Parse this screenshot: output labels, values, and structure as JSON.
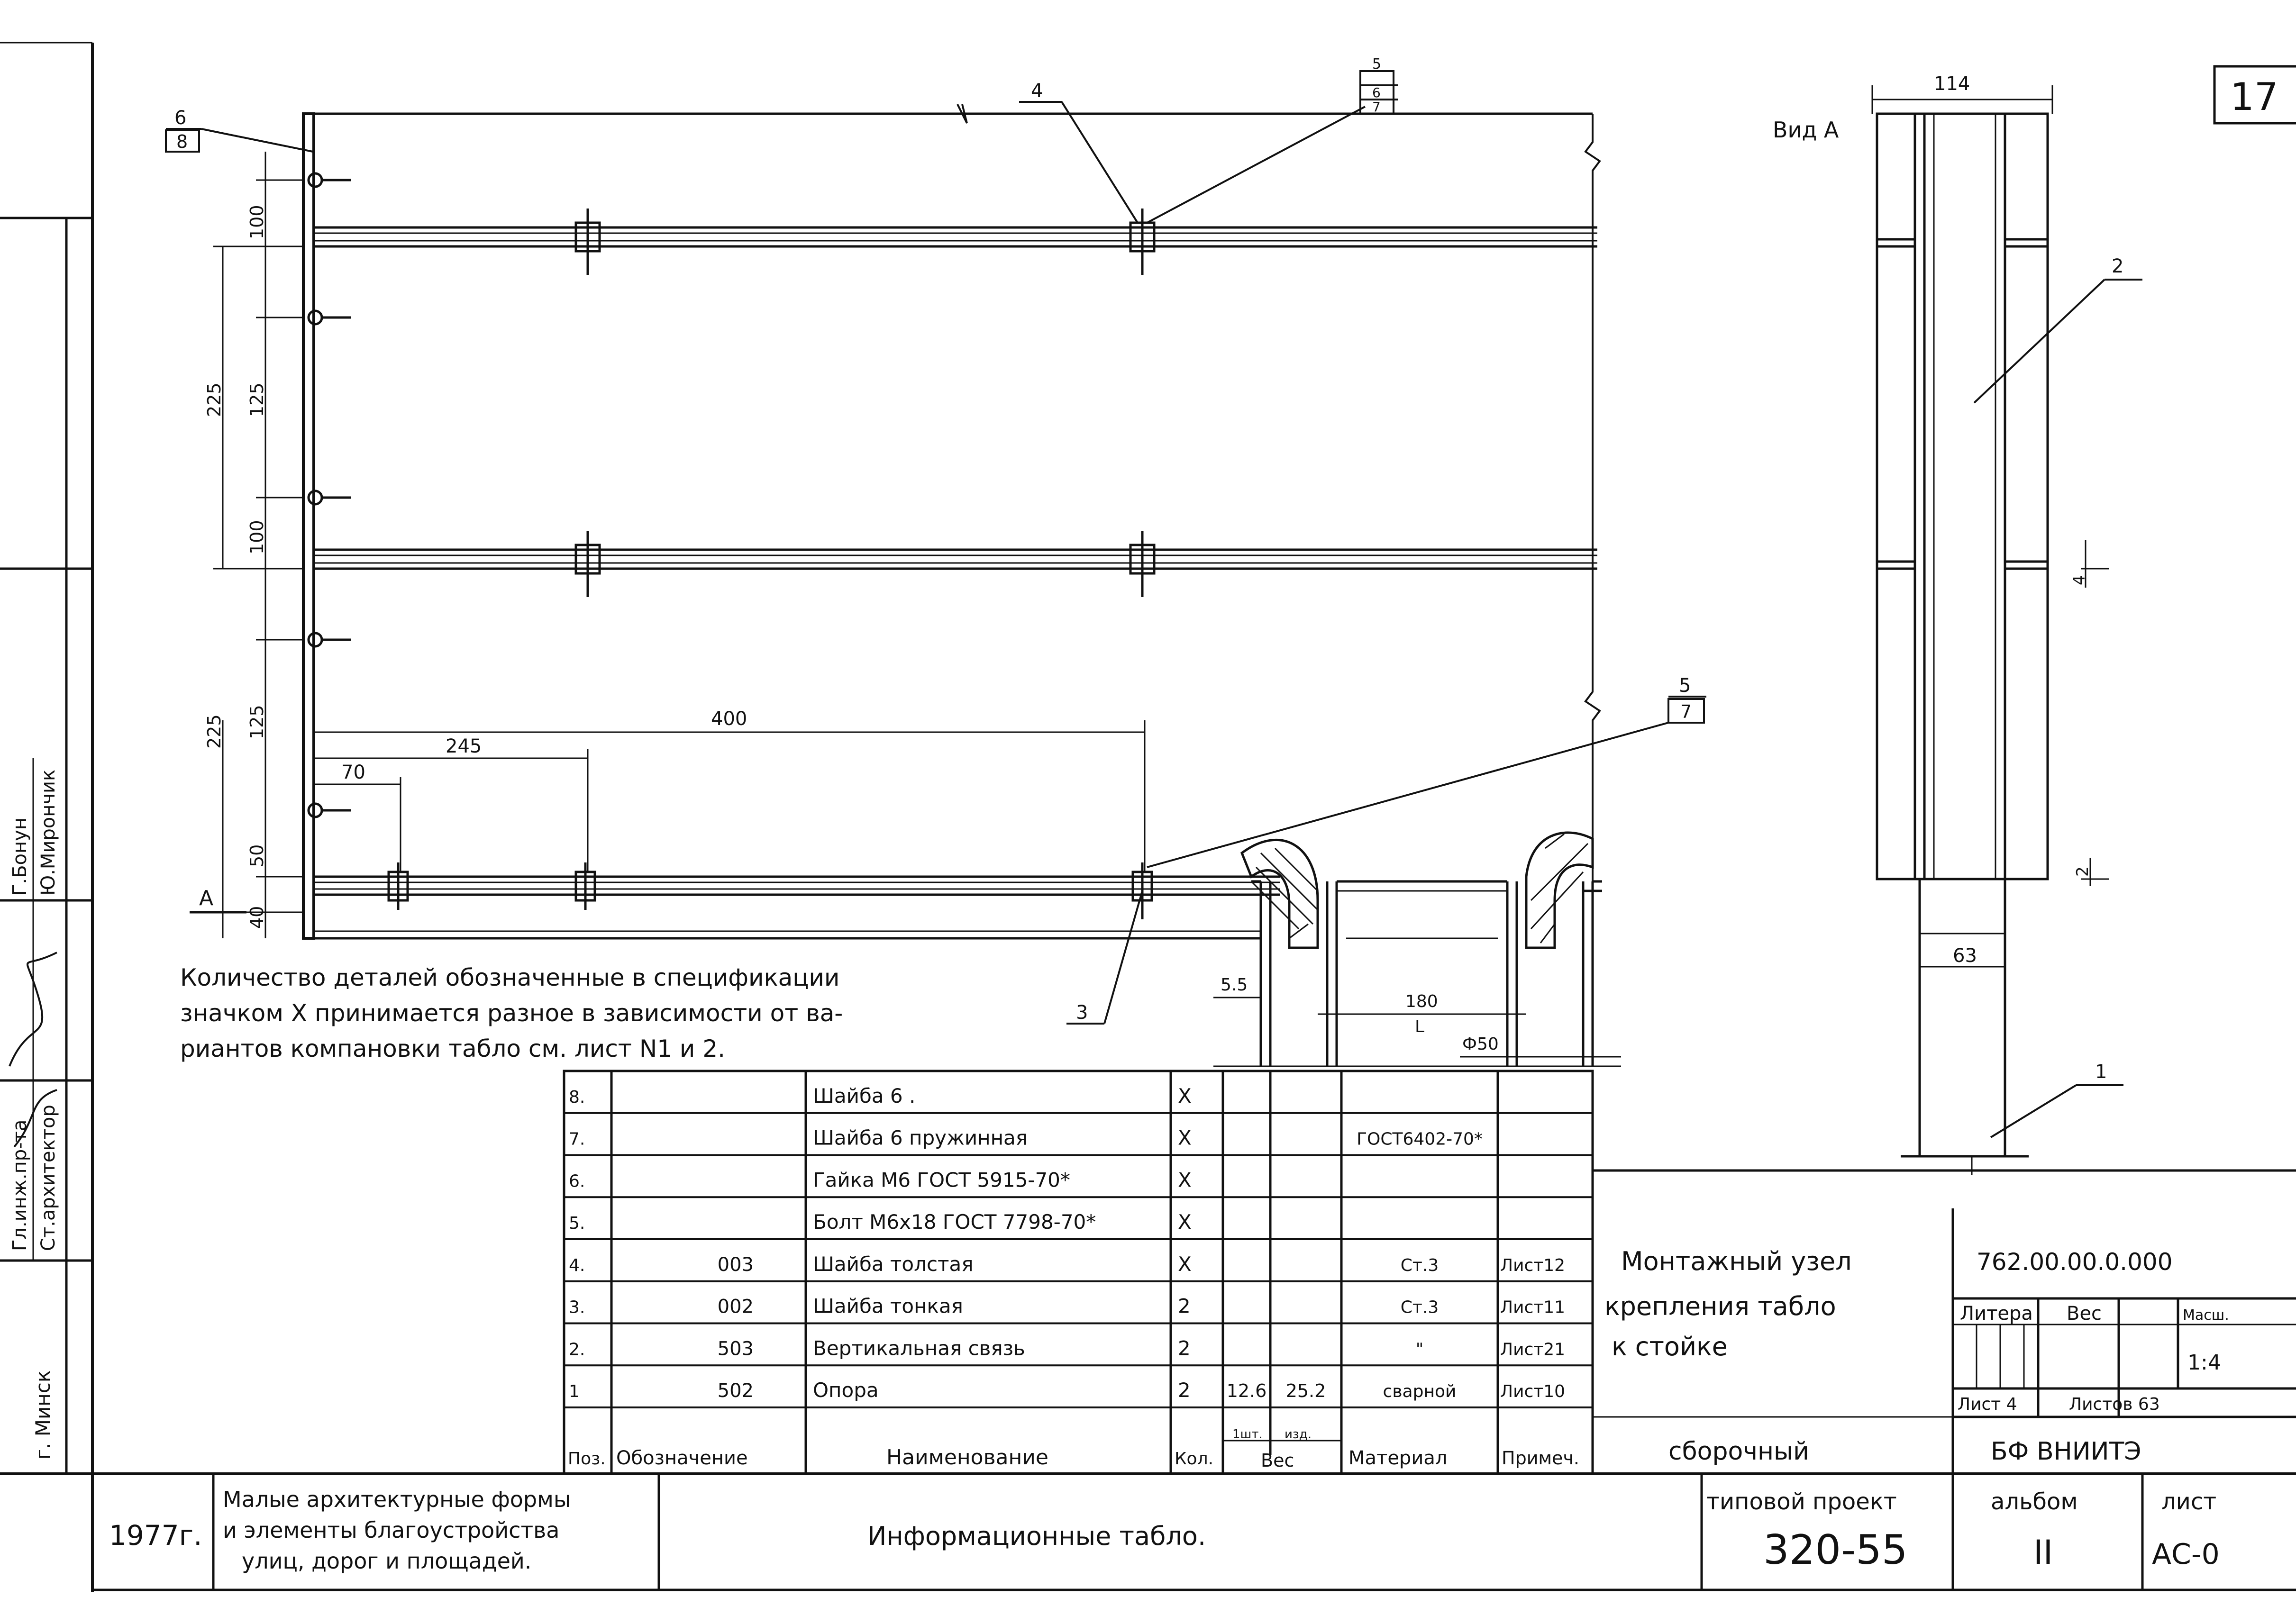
{
  "sheet": {
    "corner_mark": "17",
    "view_label": "Вид А",
    "section_mark": "А",
    "callouts": {
      "c6": "6",
      "c8": "8",
      "c4": "4",
      "c5_top": "5",
      "c6_top": "6",
      "c7_top": "7",
      "c5_mid": "5",
      "c7_mid": "7",
      "c3": "3",
      "c2": "2",
      "c1": "1"
    },
    "dims": {
      "d100a": "100",
      "d225a": "225",
      "d125a": "125",
      "d100b": "100",
      "d225b": "225",
      "d125b": "125",
      "d50": "50",
      "d40": "40",
      "d400": "400",
      "d245": "245",
      "d70": "70",
      "d55": "5.5",
      "d180": "180",
      "dL": "L",
      "dphi": "Ф50",
      "d114": "114",
      "d63": "63",
      "d4": "4",
      "d2": "2"
    },
    "note_lines": [
      "Количество деталей обозначенные в спецификации",
      "значком X принимается разное в зависимости от ва-",
      "риантов компановки табло см. лист N1 и 2."
    ]
  },
  "left_stamp": {
    "rows": [
      {
        "role": "Гл.инж.пр-та",
        "name": "Г.Бонун"
      },
      {
        "role": "Ст.архитектор",
        "name": "Ю.Мирончик"
      }
    ],
    "city": "г. Минск"
  },
  "spec_table": {
    "header": {
      "pos": "Поз.",
      "code": "Обозначение",
      "name": "Наименование",
      "qty": "Кол.",
      "mass_one": "1шт.",
      "mass_total": "изд.",
      "weight": "Вес",
      "material": "Материал",
      "note": "Примеч."
    },
    "rows": [
      {
        "pos": "8.",
        "code": "",
        "name": "Шайба 6 .",
        "qty": "X",
        "mass_one": "",
        "mass_total": "",
        "material": "",
        "note": ""
      },
      {
        "pos": "7.",
        "code": "",
        "name": "Шайба 6 пружинная",
        "qty": "X",
        "mass_one": "",
        "mass_total": "",
        "material": "ГОСТ6402-70*",
        "note": ""
      },
      {
        "pos": "6.",
        "code": "",
        "name": "Гайка М6 ГОСТ 5915-70*",
        "qty": "X",
        "mass_one": "",
        "mass_total": "",
        "material": "",
        "note": ""
      },
      {
        "pos": "5.",
        "code": "",
        "name": "Болт М6х18 ГОСТ 7798-70*",
        "qty": "X",
        "mass_one": "",
        "mass_total": "",
        "material": "",
        "note": ""
      },
      {
        "pos": "4.",
        "code": "003",
        "name": "Шайба толстая",
        "qty": "X",
        "mass_one": "",
        "mass_total": "",
        "material": "Ст.3",
        "note": "Лист12"
      },
      {
        "pos": "3.",
        "code": "002",
        "name": "Шайба тонкая",
        "qty": "2",
        "mass_one": "",
        "mass_total": "",
        "material": "Ст.3",
        "note": "Лист11"
      },
      {
        "pos": "2.",
        "code": "503",
        "name": "Вертикальная связь",
        "qty": "2",
        "mass_one": "",
        "mass_total": "",
        "material": "\"",
        "note": "Лист21"
      },
      {
        "pos": "1",
        "code": "502",
        "name": "Опора",
        "qty": "2",
        "mass_one": "12.6",
        "mass_total": "25.2",
        "material": "сварной",
        "note": "Лист10"
      }
    ]
  },
  "title_block": {
    "assembly_title": [
      "Монтажный узел",
      "крепления табло",
      "к стойке"
    ],
    "doc_number": "762.00.00.0.000",
    "litera_label": "Литера",
    "weight_label": "Вес",
    "scale_label": "Масш.",
    "scale_value": "1:4",
    "sheet_label": "Лист 4",
    "sheets_total_label": "Листов 63",
    "doc_type": "сборочный",
    "organization": "БФ ВНИИТЭ",
    "year": "1977г.",
    "series_title": [
      "Малые архитектурные формы",
      "и элементы благоустройства",
      "улиц, дорог и площадей."
    ],
    "product": "Информационные табло.",
    "project_label": "типовой проект",
    "project_number": "320-55",
    "album_label": "альбом",
    "album_number": "II",
    "sheet_code_label": "лист",
    "sheet_code": "АС-0"
  }
}
